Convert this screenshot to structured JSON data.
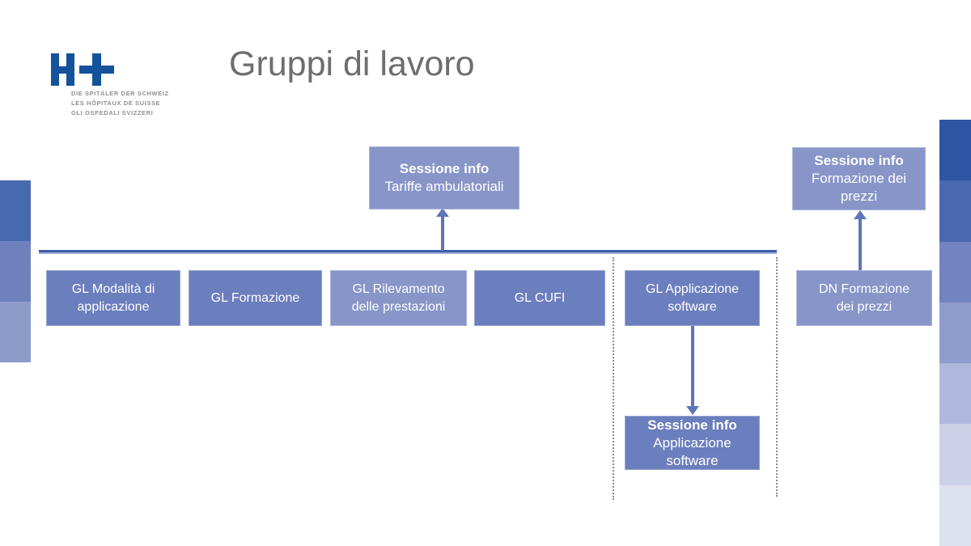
{
  "slide": {
    "title": "Gruppi di lavoro"
  },
  "logo": {
    "name": "H+",
    "tagline_lines": [
      "DIE SPITÄLER DER SCHWEIZ",
      "LES HÔPITAUX DE SUISSE",
      "GLI OSPEDALI SVIZZERI"
    ]
  },
  "diagram": {
    "info_boxes": {
      "tariffe": {
        "title": "Sessione info",
        "subtitle": "Tariffe ambulatoriali"
      },
      "prezzi": {
        "title": "Sessione info",
        "subtitle": "Formazione dei\nprezzi"
      },
      "software": {
        "title": "Sessione info",
        "subtitle": "Applicazione\nsoftware"
      }
    },
    "group_boxes": [
      {
        "label": "GL Modalità di\napplicazione",
        "variant": "dark"
      },
      {
        "label": "GL Formazione",
        "variant": "dark"
      },
      {
        "label": "GL Rilevamento\ndelle prestazioni",
        "variant": "light"
      },
      {
        "label": "GL CUFI",
        "variant": "dark"
      },
      {
        "label": "GL Applicazione\nsoftware",
        "variant": "dark"
      },
      {
        "label": "DN Formazione\ndei prezzi",
        "variant": "light"
      }
    ]
  },
  "colors": {
    "logo_blue": "#14529B",
    "title_gray": "#6E6E6E",
    "box_dark": "#6B7EBD",
    "box_light": "#8795C8",
    "connector_line": "#3E5DA9",
    "arrow": "#5E76B7",
    "left_bar": [
      "#4769AF",
      "#6E81BE",
      "#8D9BCB"
    ],
    "right_bar": [
      "#2E55A4",
      "#4A68B2",
      "#7184C0",
      "#8F9DCE",
      "#AFB8DC",
      "#CBD1E8",
      "#DEE1F0"
    ]
  }
}
